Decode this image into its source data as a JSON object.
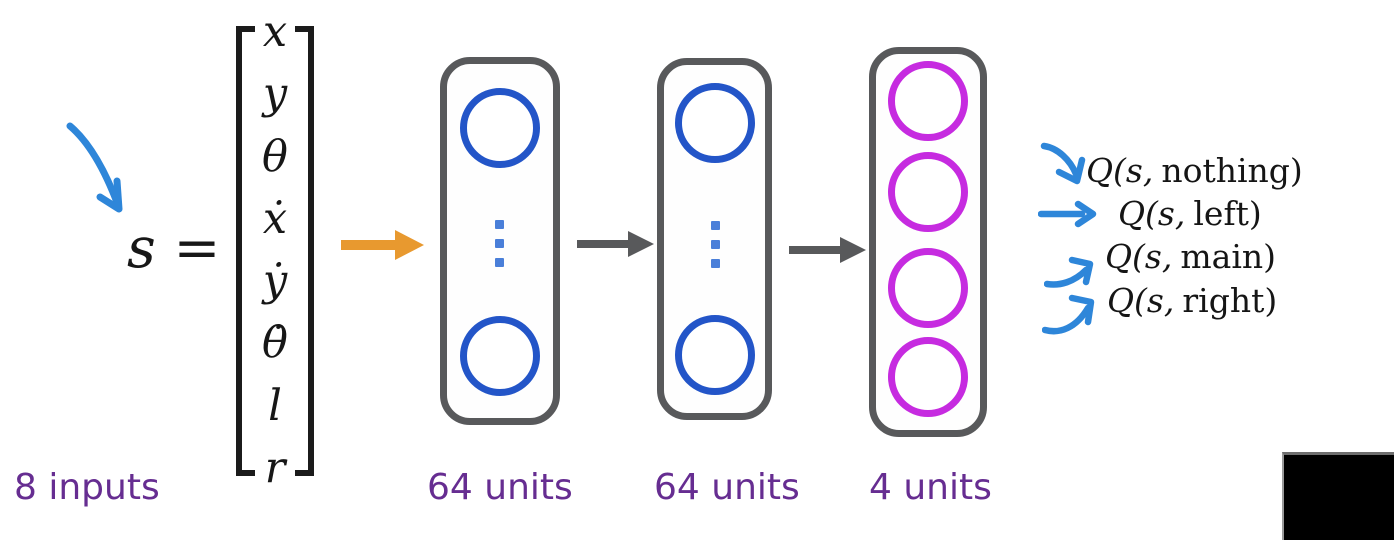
{
  "equation": {
    "lhs": "s =",
    "vector": [
      "x",
      "y",
      "θ",
      "ẋ",
      "ẏ",
      "θ̇",
      "l",
      "r"
    ]
  },
  "input": {
    "count_label": "8 inputs"
  },
  "network": {
    "layers": [
      {
        "name": "hidden-layer-1",
        "units_label": "64 units",
        "visible_nodes": 2,
        "has_ellipsis": true,
        "node_color": "#2355C8"
      },
      {
        "name": "hidden-layer-2",
        "units_label": "64 units",
        "visible_nodes": 2,
        "has_ellipsis": true,
        "node_color": "#2355C8"
      },
      {
        "name": "output-layer",
        "units_label": "4 units",
        "visible_nodes": 4,
        "has_ellipsis": false,
        "node_color": "#C62BE0"
      }
    ]
  },
  "q_outputs": [
    {
      "fn": "Q(s,",
      "action": "nothing)"
    },
    {
      "fn": "Q(s,",
      "action": "left)"
    },
    {
      "fn": "Q(s,",
      "action": "main)"
    },
    {
      "fn": "Q(s,",
      "action": "right)"
    }
  ],
  "icons": {
    "state_pointer": "curved-arrow-down-right",
    "input_arrow": "arrow-right",
    "layer_arrows": [
      "arrow-right",
      "arrow-right"
    ],
    "q_output_arrows": [
      "curved-arrow-down-right",
      "arrow-right",
      "curved-arrow-up-right",
      "curved-arrow-up-right"
    ],
    "hidden_ellipsis": "vertical-ellipsis"
  },
  "colors": {
    "hidden_node_blue": "#2355C8",
    "ellipsis_blue": "#4A7FD9",
    "output_node_magenta": "#C62BE0",
    "box_border_gray": "#58595B",
    "input_arrow_orange": "#E8992F",
    "annotation_blue": "#2E86D9",
    "label_purple": "#662D91",
    "text_black": "#171717",
    "artifact_black": "#000000"
  }
}
